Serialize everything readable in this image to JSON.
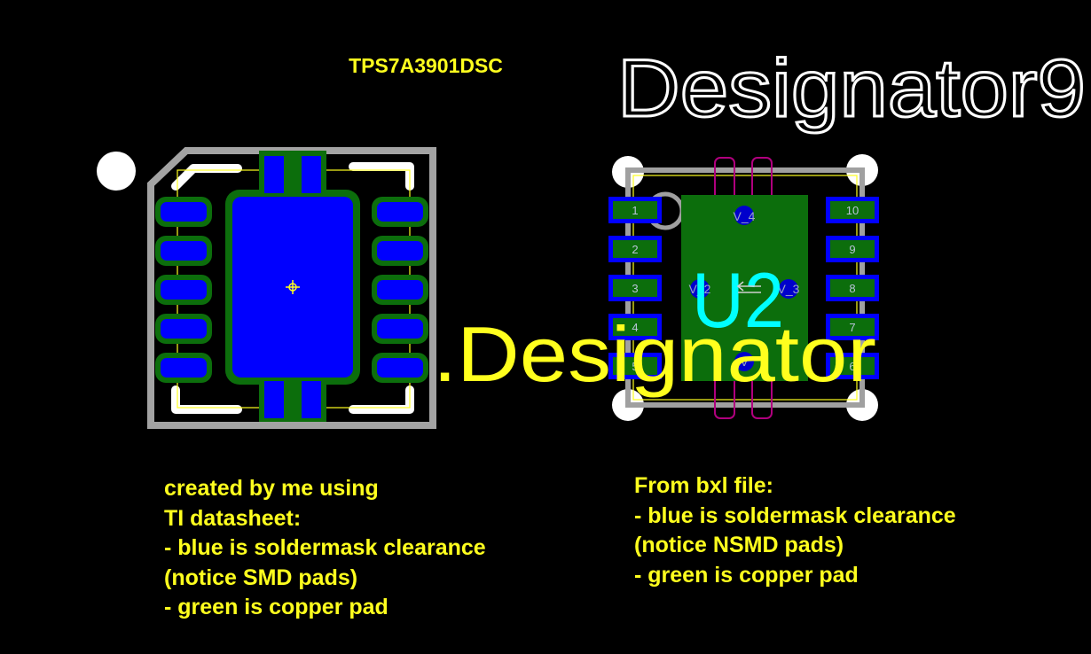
{
  "title": "TPS7A3901DSC",
  "designator_top": "Designator9",
  "designator_mid": ".Designator",
  "ref_designator": "U2",
  "left_pads": [
    "1",
    "2",
    "3",
    "4",
    "5"
  ],
  "right_pads": [
    "10",
    "9",
    "8",
    "7",
    "6"
  ],
  "net_labels": {
    "top": "V_4",
    "left": "V_2",
    "right": "V_3",
    "bottom": "V"
  },
  "notes_left": [
    "created by me using",
    "TI datasheet:",
    "- blue is soldermask clearance",
    "(notice SMD pads)",
    "- green is copper pad"
  ],
  "notes_right": [
    "From bxl file:",
    "- blue is soldermask clearance",
    "(notice NSMD pads)",
    "- green is copper pad"
  ],
  "colors": {
    "background": "#000000",
    "soldermask": "#0000ff",
    "copper": "#0c6e0c",
    "silkscreen": "#ffffff",
    "text_yellow": "#ffff1e",
    "cyan": "#00ffff",
    "courtyard": "#a0a0a0",
    "magenta": "#b0007e"
  }
}
